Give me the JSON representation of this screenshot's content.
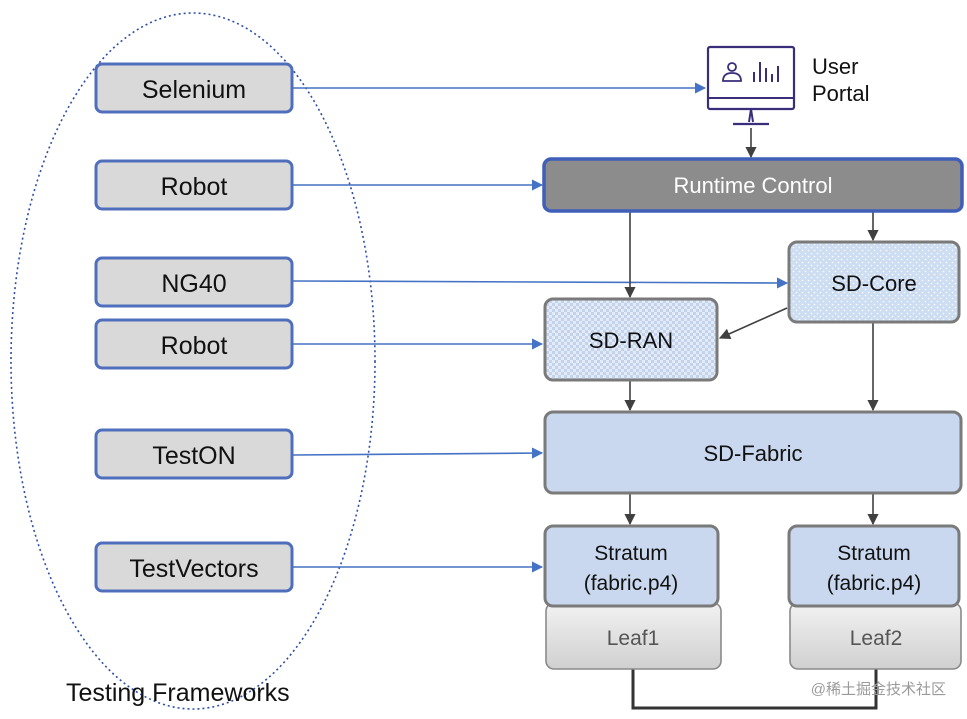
{
  "frameworks": {
    "caption": "Testing Frameworks",
    "items": [
      {
        "label": "Selenium"
      },
      {
        "label": "Robot"
      },
      {
        "label": "NG40"
      },
      {
        "label": "Robot"
      },
      {
        "label": "TestON"
      },
      {
        "label": "TestVectors"
      }
    ]
  },
  "portal": {
    "line1": "User",
    "line2": "Portal"
  },
  "runtime_control": {
    "label": "Runtime Control"
  },
  "sd_core": {
    "label": "SD-Core"
  },
  "sd_ran": {
    "label": "SD-RAN"
  },
  "sd_fabric": {
    "label": "SD-Fabric"
  },
  "stratum1": {
    "line1": "Stratum",
    "line2": "(fabric.p4)"
  },
  "stratum2": {
    "line1": "Stratum",
    "line2": "(fabric.p4)"
  },
  "leaf1": {
    "label": "Leaf1"
  },
  "leaf2": {
    "label": "Leaf2"
  },
  "watermark": "@稀土掘金技术社区",
  "colors": {
    "framework_fill": "#d9d9d9",
    "framework_border": "#4f6fbd",
    "runtime_fill": "#8c8c8c",
    "component_fill": "#c9d8ef",
    "component_border": "#7a7a7a",
    "arrow_blue": "#4472c4",
    "arrow_gray": "#404040",
    "ellipse": "#2e4ea8"
  }
}
